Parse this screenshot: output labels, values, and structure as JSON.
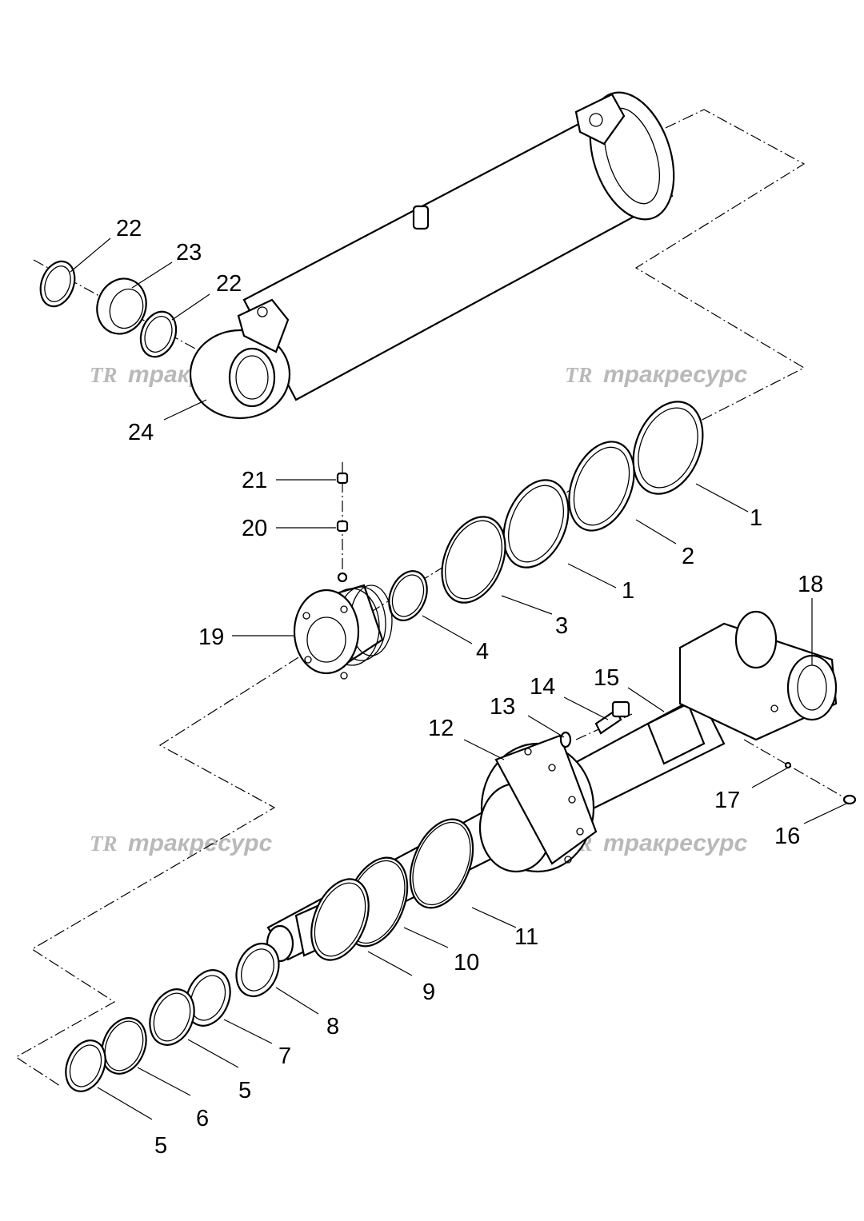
{
  "callouts": {
    "c22a": "22",
    "c23": "23",
    "c22b": "22",
    "c24": "24",
    "c21": "21",
    "c20": "20",
    "c19": "19",
    "c1a": "1",
    "c2": "2",
    "c1b": "1",
    "c3": "3",
    "c4": "4",
    "c18": "18",
    "c15": "15",
    "c14": "14",
    "c13": "13",
    "c12": "12",
    "c17": "17",
    "c16": "16",
    "c11": "11",
    "c10": "10",
    "c9": "9",
    "c8": "8",
    "c7": "7",
    "c5a": "5",
    "c6": "6",
    "c5b": "5"
  },
  "watermark": {
    "logo": "TR",
    "text": "тракресурс"
  }
}
